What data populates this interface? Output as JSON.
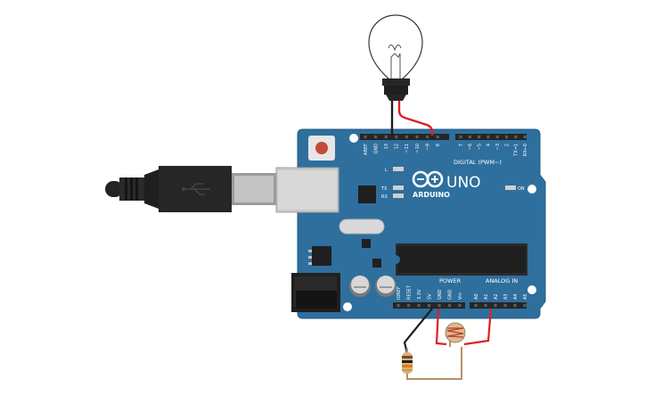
{
  "board": {
    "brand": "ARDUINO",
    "model": "UNO",
    "digital_header_label": "DIGITAL (PWM~)",
    "power_header_label": "POWER",
    "analog_header_label": "ANALOG IN",
    "led_on_label": "ON",
    "led_l_label": "L",
    "led_tx_label": "TX",
    "led_rx_label": "RX",
    "digital_pins": [
      "AREF",
      "GND",
      "13",
      "12",
      "~11",
      "~10",
      "~9",
      "8",
      "7",
      "~6",
      "~5",
      "4",
      "~3",
      "2",
      "TX→1",
      "RX←0"
    ],
    "power_pins": [
      "IOREF",
      "RESET",
      "3.3V",
      "5V",
      "GND",
      "GND",
      "Vin"
    ],
    "analog_pins": [
      "A0",
      "A1",
      "A2",
      "A3",
      "A4",
      "A5"
    ]
  },
  "colors": {
    "board": "#2e6f9e",
    "board_edge": "#235a82",
    "header": "#262626",
    "wire_red": "#e02020",
    "wire_black": "#1e1e1e",
    "wire_tan": "#b5916a",
    "bulb_glass": "#ffffff",
    "usb_cable": "#232323"
  },
  "components": {
    "bulb": "light-bulb",
    "photoresistor": "photoresistor",
    "resistor": "resistor",
    "usb": "usb-b-connector"
  }
}
